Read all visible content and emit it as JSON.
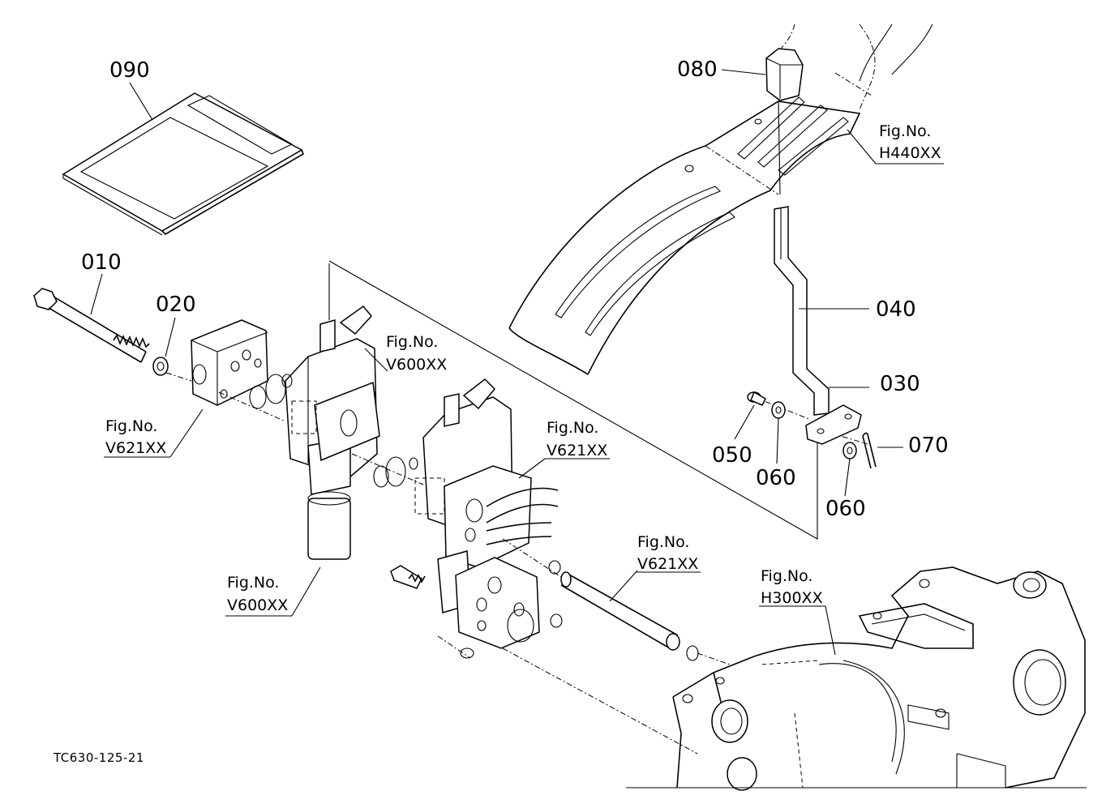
{
  "parts": {
    "p010": "010",
    "p020": "020",
    "p030": "030",
    "p040": "040",
    "p050": "050",
    "p060a": "060",
    "p060b": "060",
    "p070": "070",
    "p080": "080",
    "p090": "090"
  },
  "references": {
    "h440": {
      "line1": "Fig.No.",
      "line2": "H440XX"
    },
    "v600_top": {
      "line1": "Fig.No.",
      "line2": "V600XX"
    },
    "v621_right": {
      "line1": "Fig.No.",
      "line2": "V621XX"
    },
    "v621_left": {
      "line1": "Fig.No.",
      "line2": "V621XX"
    },
    "v621_pipe": {
      "line1": "Fig.No.",
      "line2": "V621XX"
    },
    "v600_bottom": {
      "line1": "Fig.No.",
      "line2": "V600XX"
    },
    "h300": {
      "line1": "Fig.No.",
      "line2": "H300XX"
    }
  },
  "drawing_code": "TC630-125-21"
}
